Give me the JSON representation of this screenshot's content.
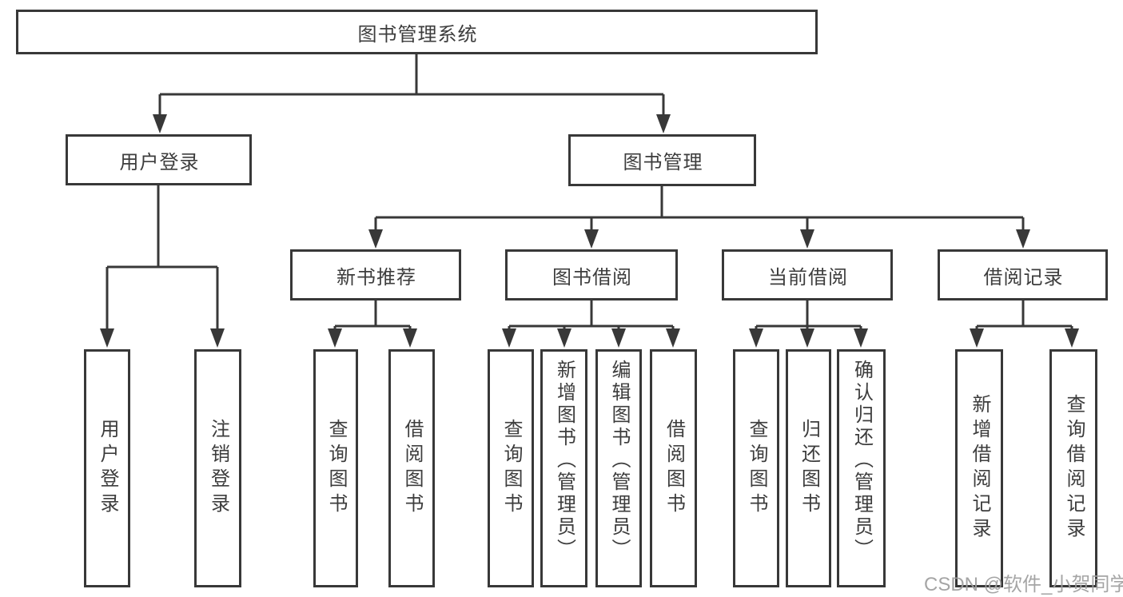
{
  "tree": {
    "root": {
      "label": "图书管理系统",
      "children": [
        {
          "label": "用户登录",
          "children": [
            {
              "label": "用户登录"
            },
            {
              "label": "注销登录"
            }
          ]
        },
        {
          "label": "图书管理",
          "children": [
            {
              "label": "新书推荐",
              "children": [
                {
                  "label": "查询图书"
                },
                {
                  "label": "借阅图书"
                }
              ]
            },
            {
              "label": "图书借阅",
              "children": [
                {
                  "label": "查询图书"
                },
                {
                  "label": "新增图书（管理员）"
                },
                {
                  "label": "编辑图书（管理员）"
                },
                {
                  "label": "借阅图书"
                }
              ]
            },
            {
              "label": "当前借阅",
              "children": [
                {
                  "label": "查询图书"
                },
                {
                  "label": "归还图书"
                },
                {
                  "label": "确认归还（管理员）"
                }
              ]
            },
            {
              "label": "借阅记录",
              "children": [
                {
                  "label": "新增借阅记录"
                },
                {
                  "label": "查询借阅记录"
                }
              ]
            }
          ]
        }
      ]
    }
  },
  "watermark": {
    "text": "CSDN @软件_小贺同学"
  },
  "colors": {
    "line": "#383838",
    "text": "#3d3d3d",
    "watermark": "#9e9e9e",
    "background": "#ffffff"
  }
}
